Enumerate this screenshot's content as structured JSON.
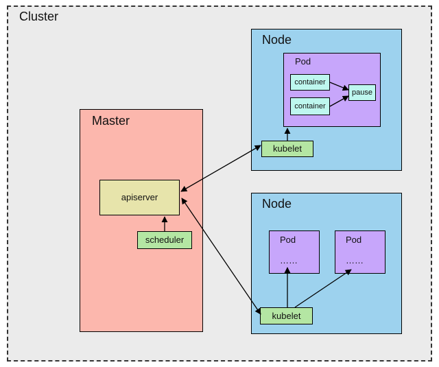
{
  "cluster": {
    "title": "Cluster"
  },
  "master": {
    "title": "Master",
    "apiserver": "apiserver",
    "scheduler": "scheduler"
  },
  "node1": {
    "title": "Node",
    "pod": {
      "title": "Pod",
      "containers": [
        "container",
        "container"
      ],
      "pause": "pause"
    },
    "kubelet": "kubelet"
  },
  "node2": {
    "title": "Node",
    "pods": [
      {
        "title": "Pod",
        "body": "……"
      },
      {
        "title": "Pod",
        "body": "……"
      }
    ],
    "kubelet": "kubelet"
  },
  "colors": {
    "cluster_bg": "#ebebeb",
    "master_bg": "#fcb7ad",
    "node_bg": "#9dd2ee",
    "pod_bg": "#c7a6fb",
    "container_bg": "#bef7ef",
    "component_bg": "#b4e6a3",
    "apiserver_bg": "#e7e4ab"
  }
}
